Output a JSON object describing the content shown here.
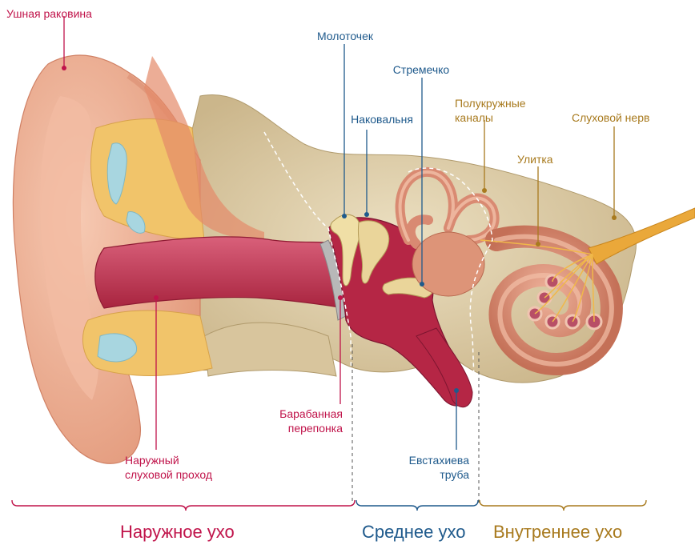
{
  "colors": {
    "outer": "#c0134a",
    "middle": "#1f5a8c",
    "inner": "#a87a1e",
    "skin": "#ecae92",
    "skin_dark": "#d98a6c",
    "bone": "#e3d3b2",
    "bone_dark": "#b8a277",
    "canal": "#c03f5a",
    "fat": "#f3d26c",
    "fluid": "#a8d6e0",
    "nerve": "#e8a82a"
  },
  "labels": {
    "pinna": "Ушная раковина",
    "malleus": "Молоточек",
    "stapes": "Стремечко",
    "incus": "Наковальня",
    "canals_line1": "Полукружные",
    "canals_line2": "каналы",
    "nerve": "Слуховой нерв",
    "cochlea": "Улитка",
    "eardrum_line1": "Барабанная",
    "eardrum_line2": "перепонка",
    "ear_canal_line1": "Наружный",
    "ear_canal_line2": "слуховой проход",
    "eustachian_line1": "Евстахиева",
    "eustachian_line2": "труба"
  },
  "sections": {
    "outer": "Наружное ухо",
    "middle": "Среднее ухо",
    "inner": "Внутреннее ухо"
  }
}
